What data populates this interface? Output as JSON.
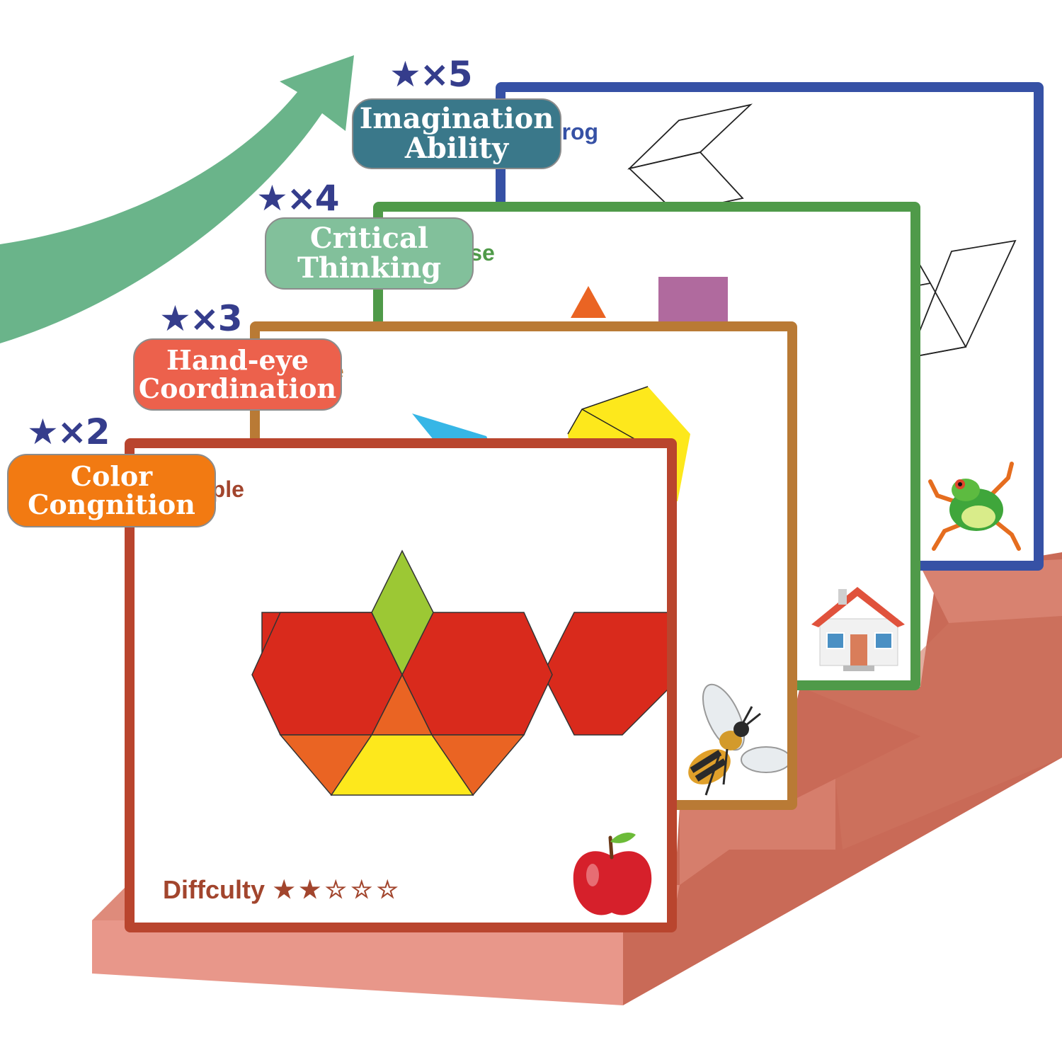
{
  "cards": [
    {
      "key": "frog",
      "title": "Frog",
      "border": "#3651a5",
      "title_color": "#3651a5"
    },
    {
      "key": "house",
      "title": "House",
      "border": "#4f9a49",
      "title_color": "#4f9a49"
    },
    {
      "key": "bee",
      "title": "Bee",
      "border": "#b97a35",
      "title_color": "#b97a35"
    },
    {
      "key": "apple",
      "title": "Apple",
      "border": "#b9452e",
      "title_color": "#a2452d"
    }
  ],
  "levels": [
    {
      "badge": "★×2",
      "line1": "Color",
      "line2": "Congnition",
      "color": "#f27a12"
    },
    {
      "badge": "★×3",
      "line1": "Hand-eye",
      "line2": "Coordination",
      "color": "#ec614c"
    },
    {
      "badge": "★×4",
      "line1": "Critical",
      "line2": "Thinking",
      "color": "#82c09b"
    },
    {
      "badge": "★×5",
      "line1": "Imagination",
      "line2": "Ability",
      "color": "#3a788a"
    }
  ],
  "difficulty": {
    "label": "Diffculty",
    "stars_filled": 2,
    "stars_total": 5
  },
  "colors": {
    "stairs_top": "#de8b7b",
    "stairs_front": "#e8978a",
    "stairs_side": "#c96a57",
    "arrow": "#6ab48a",
    "pattern_red": "#d92a1c",
    "pattern_green": "#9cc834",
    "pattern_orange": "#ea6423",
    "pattern_yellow": "#fde81c",
    "pattern_purple": "#b06a9e",
    "pattern_blue": "#36b6e6"
  },
  "icons": {
    "stairs": "stairs-graphic",
    "arrow": "growth-arrow-icon",
    "frog": "frog-icon",
    "house": "house-icon",
    "bee": "bee-icon",
    "apple": "apple-icon"
  }
}
